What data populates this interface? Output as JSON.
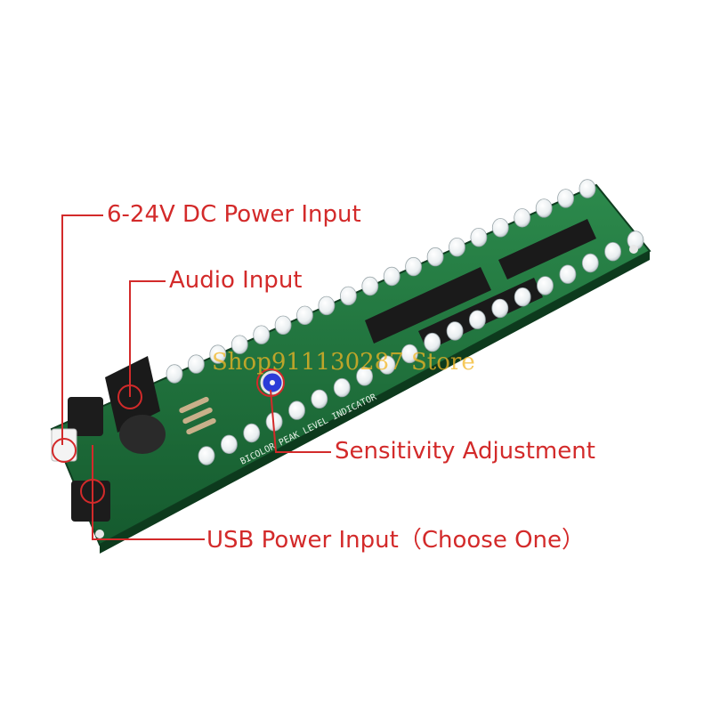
{
  "annotations": {
    "dc_power_input": "6-24V DC Power Input",
    "audio_input": "Audio Input",
    "sensitivity_adjustment": "Sensitivity Adjustment",
    "usb_power_input": "USB Power Input（Choose One）"
  },
  "board": {
    "silkscreen": "BICOLOR PEAK LEVEL INDICATOR"
  },
  "watermark": "Shop911130287 Store",
  "colors": {
    "annotation": "#d32a2a",
    "pcb": "#1f6b3a",
    "watermark": "#f2b624"
  }
}
